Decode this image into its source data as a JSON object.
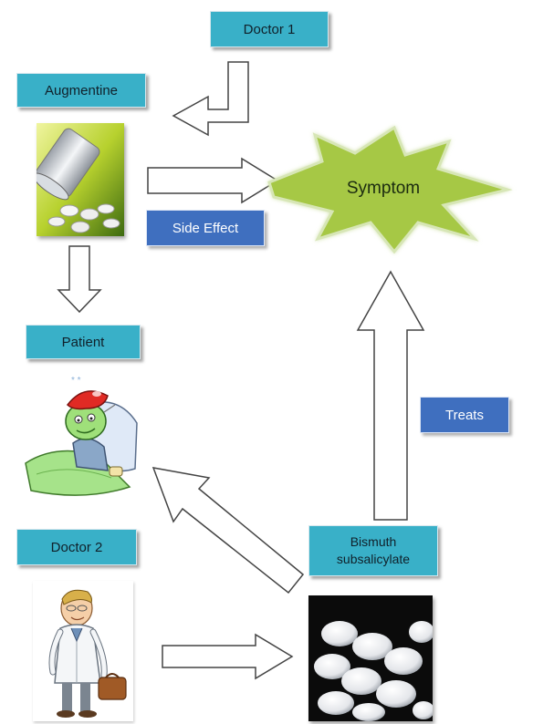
{
  "nodes": {
    "doctor1": "Doctor 1",
    "augmentine": "Augmentine",
    "symptom": "Symptom",
    "side_effect": "Side Effect",
    "patient": "Patient",
    "treats": "Treats",
    "doctor2": "Doctor 2",
    "bismuth_line1": "Bismuth",
    "bismuth_line2": "subsalicylate"
  },
  "colors": {
    "teal_box": "#39b0c8",
    "navy_box": "#3f6fbf",
    "starburst": "#a6c845",
    "arrow_outline": "#444444"
  }
}
